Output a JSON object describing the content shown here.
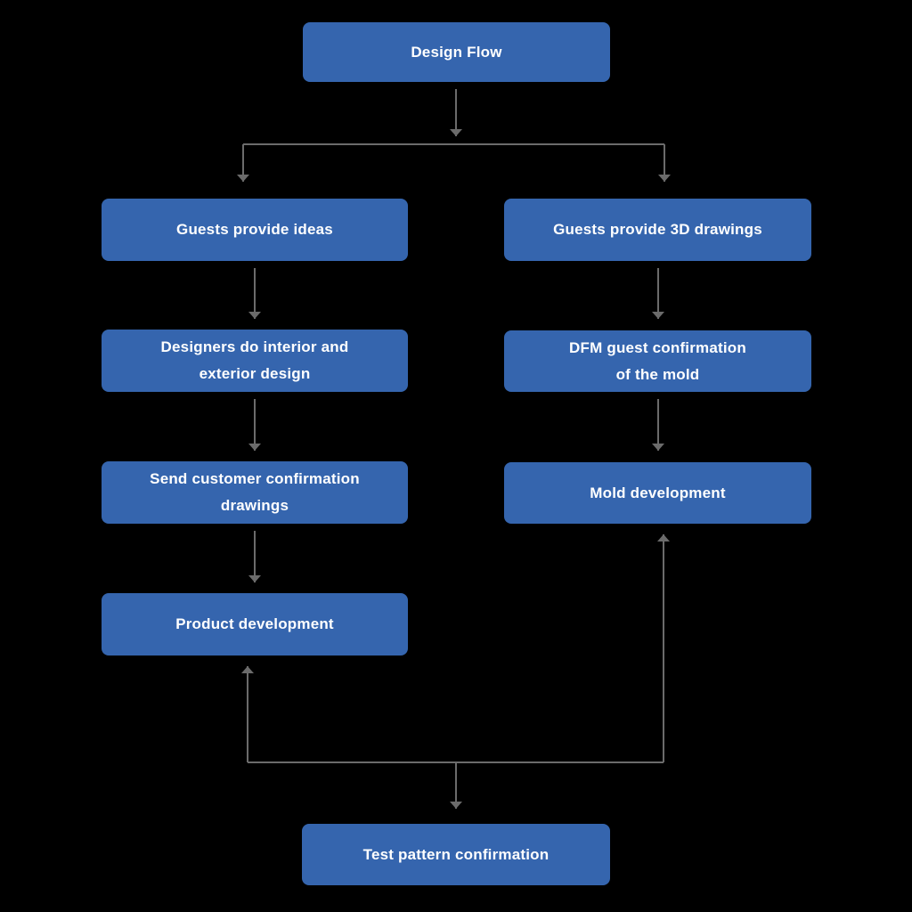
{
  "diagram": {
    "title": "Design Flow",
    "type": "flowchart",
    "background_color": "#000000",
    "node_fill_color": "#3565ae",
    "node_text_color": "#ffffff",
    "connector_color": "#6b6b6b",
    "nodes": {
      "design_flow": {
        "label": "Design Flow"
      },
      "guests_ideas": {
        "label": "Guests provide ideas"
      },
      "guests_3d": {
        "label": "Guests provide 3D drawings"
      },
      "designers": {
        "label": "Designers do interior and\nexterior design"
      },
      "dfm": {
        "label": "DFM guest confirmation\nof the mold"
      },
      "send_drawings": {
        "label": "Send customer confirmation\ndrawings"
      },
      "mold_dev": {
        "label": "Mold development"
      },
      "product_dev": {
        "label": "Product development"
      },
      "test_pattern": {
        "label": "Test pattern confirmation"
      }
    },
    "edges": [
      {
        "from": "design_flow",
        "to": "guests_ideas"
      },
      {
        "from": "design_flow",
        "to": "guests_3d"
      },
      {
        "from": "guests_ideas",
        "to": "designers"
      },
      {
        "from": "designers",
        "to": "send_drawings"
      },
      {
        "from": "send_drawings",
        "to": "product_dev"
      },
      {
        "from": "guests_3d",
        "to": "dfm"
      },
      {
        "from": "dfm",
        "to": "mold_dev"
      },
      {
        "from": "bottom_junction",
        "to": "test_pattern"
      },
      {
        "from": "bottom_junction",
        "to": "product_dev"
      },
      {
        "from": "bottom_junction",
        "to": "mold_dev"
      }
    ]
  }
}
